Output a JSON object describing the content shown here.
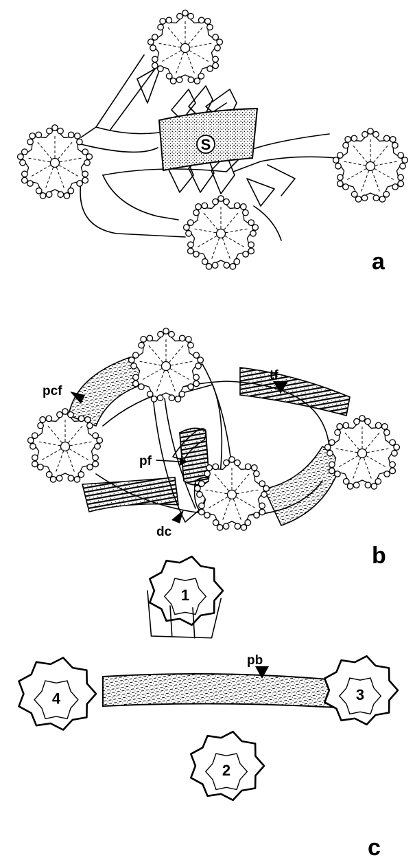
{
  "panels": [
    {
      "letter": "a",
      "labels": [
        "S"
      ]
    },
    {
      "letter": "b",
      "labels": [
        "pcf",
        "tf",
        "pf",
        "dc"
      ]
    },
    {
      "letter": "c",
      "labels": [
        "pb"
      ],
      "numbers": [
        "1",
        "2",
        "3",
        "4"
      ]
    }
  ],
  "colors": {
    "ink": "#000000",
    "paper": "#ffffff"
  }
}
